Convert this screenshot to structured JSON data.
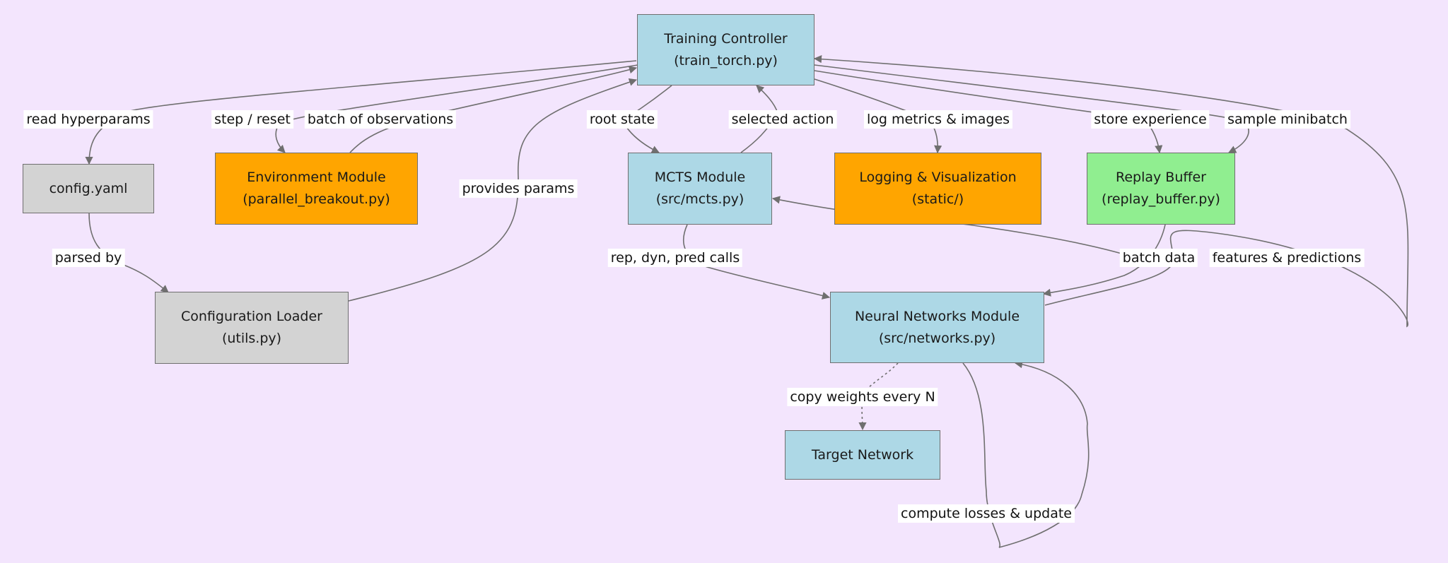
{
  "colors": {
    "background": "#f3e5fd",
    "blue": "#add8e6",
    "orange": "#ffa500",
    "green": "#90ee90",
    "gray": "#d3d3d3",
    "edge": "#6f6f6f"
  },
  "nodes": {
    "training_controller": {
      "title": "Training Controller",
      "subtitle": "(train_torch.py)"
    },
    "config_yaml": {
      "title": "config.yaml"
    },
    "environment_module": {
      "title": "Environment Module",
      "subtitle": "(parallel_breakout.py)"
    },
    "mcts_module": {
      "title": "MCTS Module",
      "subtitle": "(src/mcts.py)"
    },
    "logging_visualization": {
      "title": "Logging & Visualization",
      "subtitle": "(static/)"
    },
    "replay_buffer": {
      "title": "Replay Buffer",
      "subtitle": "(replay_buffer.py)"
    },
    "configuration_loader": {
      "title": "Configuration Loader",
      "subtitle": "(utils.py)"
    },
    "neural_networks_module": {
      "title": "Neural Networks Module",
      "subtitle": "(src/networks.py)"
    },
    "target_network": {
      "title": "Target Network"
    }
  },
  "edges": {
    "read_hyperparams": "read hyperparams",
    "step_reset": "step / reset",
    "batch_of_observations": "batch of observations",
    "provides_params": "provides params",
    "root_state": "root state",
    "selected_action": "selected action",
    "log_metrics_images": "log metrics & images",
    "store_experience": "store experience",
    "sample_minibatch": "sample minibatch",
    "parsed_by": "parsed by",
    "rep_dyn_pred_calls": "rep, dyn, pred calls",
    "batch_data": "batch data",
    "features_predictions": "features & predictions",
    "copy_weights_every_n": "copy weights every N",
    "compute_losses_update": "compute losses & update"
  }
}
